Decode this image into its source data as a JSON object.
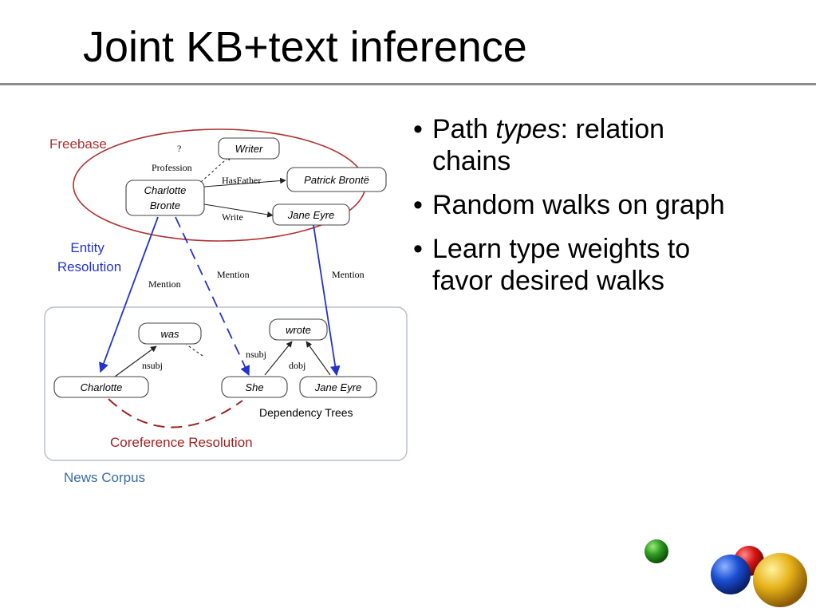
{
  "slide": {
    "title": "Joint KB+text inference",
    "bullets": [
      {
        "prefix": "Path ",
        "emph": "types",
        "rest": ": relation",
        "line2": "chains"
      },
      {
        "text": "Random walks on graph"
      },
      {
        "text": "Learn type weights to",
        "line2": "favor desired walks"
      }
    ],
    "bullet_glyph": "•"
  },
  "diagram": {
    "sections": {
      "freebase": "Freebase",
      "entity_resolution_line1": "Entity",
      "entity_resolution_line2": "Resolution",
      "coreference": "Coreference Resolution",
      "dependency_trees": "Dependency Trees",
      "news_corpus": "News Corpus"
    },
    "nodes": {
      "writer": "Writer",
      "patrick": "Patrick Brontë",
      "charlotte_bronte_line1": "Charlotte",
      "charlotte_bronte_line2": "Bronte",
      "jane_eyre_kb": "Jane Eyre",
      "was": "was",
      "wrote": "wrote",
      "charlotte": "Charlotte",
      "she": "She",
      "jane_eyre_text": "Jane Eyre"
    },
    "edges": {
      "question": "?",
      "profession": "Profession",
      "has_father": "HasFather",
      "write": "Write",
      "mention_1": "Mention",
      "mention_2": "Mention",
      "mention_3": "Mention",
      "nsubj_1": "nsubj",
      "nsubj_2": "nsubj",
      "dobj": "dobj"
    },
    "colors": {
      "freebase_red": "#b03030",
      "coref_red": "#a02020",
      "entity_blue": "#2233cc",
      "news_blue": "#3a6aa8",
      "panel_border": "#b8bcd0"
    }
  }
}
